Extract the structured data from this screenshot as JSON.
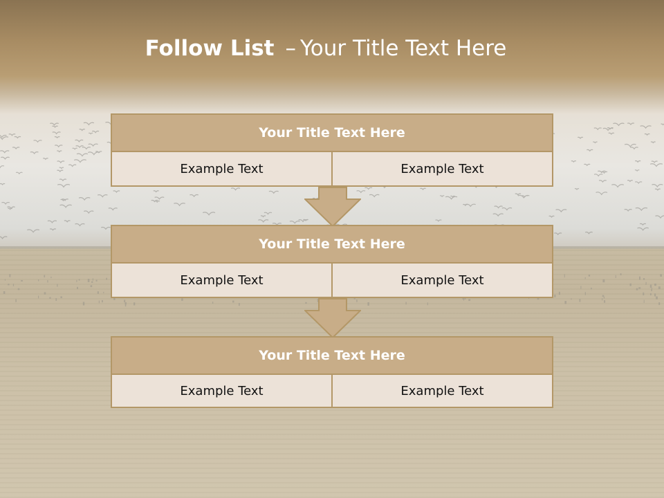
{
  "title": {
    "bold": "Follow List",
    "dash": "–",
    "rest": "Your Title Text Here"
  },
  "blocks": [
    {
      "header": "Your Title Text Here",
      "left": "Example Text",
      "right": "Example Text"
    },
    {
      "header": "Your Title Text Here",
      "left": "Example Text",
      "right": "Example Text"
    },
    {
      "header": "Your Title Text Here",
      "left": "Example Text",
      "right": "Example Text"
    }
  ],
  "colors": {
    "header_fill": "#c8ad88",
    "border": "#b39767",
    "cell_fill": "#ece2d8",
    "arrow_fill": "#c8ad88"
  }
}
